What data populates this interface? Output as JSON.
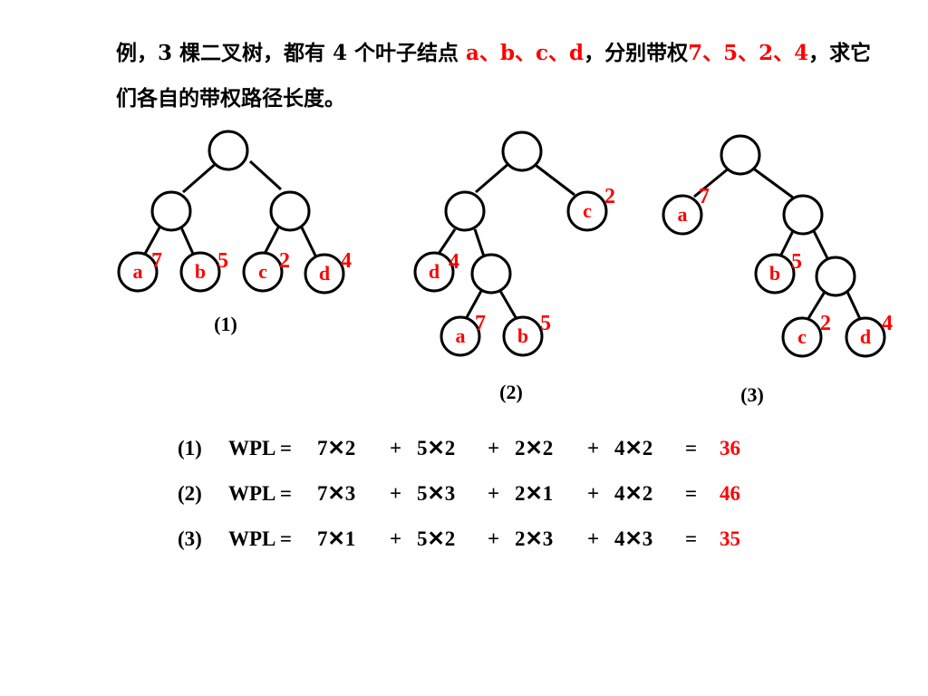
{
  "title": {
    "p1": "例，3 棵二叉树，都有 4 个叶子结点 ",
    "p2": "a、b、c、d",
    "p3": "，分别带权",
    "p4": "7、5、2、4",
    "p5": "，求它们各自的带权路径长度。"
  },
  "trees": [
    {
      "caption": "(1)",
      "leaves": [
        {
          "label": "a",
          "weight": "7"
        },
        {
          "label": "b",
          "weight": "5"
        },
        {
          "label": "c",
          "weight": "2"
        },
        {
          "label": "d",
          "weight": "4"
        }
      ]
    },
    {
      "caption": "(2)",
      "leaves": [
        {
          "label": "c",
          "weight": "2"
        },
        {
          "label": "d",
          "weight": "4"
        },
        {
          "label": "a",
          "weight": "7"
        },
        {
          "label": "b",
          "weight": "5"
        }
      ]
    },
    {
      "caption": "(3)",
      "leaves": [
        {
          "label": "a",
          "weight": "7"
        },
        {
          "label": "b",
          "weight": "5"
        },
        {
          "label": "c",
          "weight": "2"
        },
        {
          "label": "d",
          "weight": "4"
        }
      ]
    }
  ],
  "wpl": [
    {
      "id": "(1)",
      "label": "WPL =",
      "t1": "7✕2",
      "t2": "5✕2",
      "t3": "2✕2",
      "t4": "4✕2",
      "plus": "+",
      "eq": "=",
      "result": "36"
    },
    {
      "id": "(2)",
      "label": "WPL =",
      "t1": "7✕3",
      "t2": "5✕3",
      "t3": "2✕1",
      "t4": "4✕2",
      "plus": "+",
      "eq": "=",
      "result": "46"
    },
    {
      "id": "(3)",
      "label": "WPL =",
      "t1": "7✕1",
      "t2": "5✕2",
      "t3": "2✕3",
      "t4": "4✕3",
      "plus": "+",
      "eq": "=",
      "result": "35"
    }
  ],
  "colors": {
    "accent": "#ff0000",
    "ink": "#000000",
    "background": "#ffffff"
  }
}
